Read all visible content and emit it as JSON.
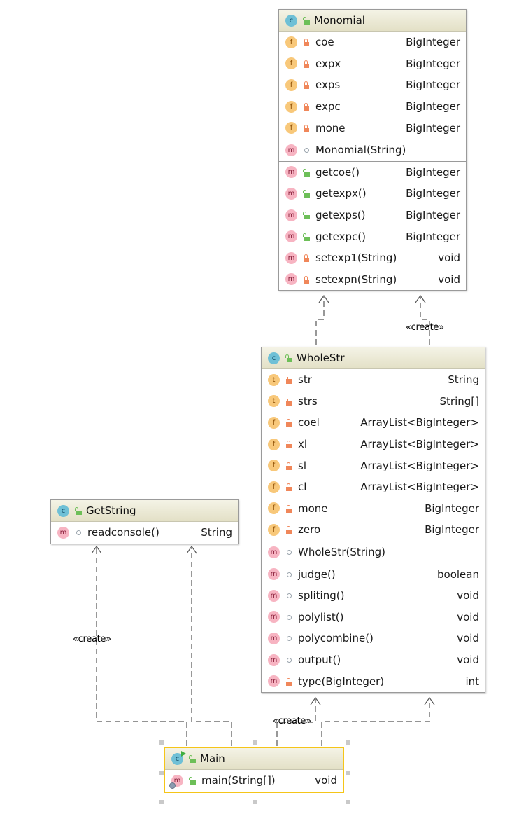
{
  "diagram": {
    "classes": {
      "monomial": {
        "name": "Monomial",
        "kind": "class",
        "visibility": "public",
        "fields": [
          {
            "name": "coe",
            "type": "BigInteger",
            "visibility": "private"
          },
          {
            "name": "expx",
            "type": "BigInteger",
            "visibility": "private"
          },
          {
            "name": "exps",
            "type": "BigInteger",
            "visibility": "private"
          },
          {
            "name": "expc",
            "type": "BigInteger",
            "visibility": "private"
          },
          {
            "name": "mone",
            "type": "BigInteger",
            "visibility": "private"
          }
        ],
        "constructors": [
          {
            "name": "Monomial(String)",
            "type": "",
            "visibility": "package"
          }
        ],
        "methods": [
          {
            "name": "getcoe()",
            "type": "BigInteger",
            "visibility": "public"
          },
          {
            "name": "getexpx()",
            "type": "BigInteger",
            "visibility": "public"
          },
          {
            "name": "getexps()",
            "type": "BigInteger",
            "visibility": "public"
          },
          {
            "name": "getexpc()",
            "type": "BigInteger",
            "visibility": "public"
          },
          {
            "name": "setexp1(String)",
            "type": "void",
            "visibility": "private"
          },
          {
            "name": "setexpn(String)",
            "type": "void",
            "visibility": "private"
          }
        ]
      },
      "wholestr": {
        "name": "WholeStr",
        "kind": "class",
        "visibility": "public",
        "fields": [
          {
            "name": "str",
            "type": "String",
            "visibility": "final-private",
            "badge": "t"
          },
          {
            "name": "strs",
            "type": "String[]",
            "visibility": "final-private",
            "badge": "t"
          },
          {
            "name": "coel",
            "type": "ArrayList<BigInteger>",
            "visibility": "private"
          },
          {
            "name": "xl",
            "type": "ArrayList<BigInteger>",
            "visibility": "private"
          },
          {
            "name": "sl",
            "type": "ArrayList<BigInteger>",
            "visibility": "private"
          },
          {
            "name": "cl",
            "type": "ArrayList<BigInteger>",
            "visibility": "private"
          },
          {
            "name": "mone",
            "type": "BigInteger",
            "visibility": "private"
          },
          {
            "name": "zero",
            "type": "BigInteger",
            "visibility": "private"
          }
        ],
        "constructors": [
          {
            "name": "WholeStr(String)",
            "type": "",
            "visibility": "package"
          }
        ],
        "methods": [
          {
            "name": "judge()",
            "type": "boolean",
            "visibility": "package"
          },
          {
            "name": "spliting()",
            "type": "void",
            "visibility": "package"
          },
          {
            "name": "polylist()",
            "type": "void",
            "visibility": "package"
          },
          {
            "name": "polycombine()",
            "type": "void",
            "visibility": "package"
          },
          {
            "name": "output()",
            "type": "void",
            "visibility": "package"
          },
          {
            "name": "type(BigInteger)",
            "type": "int",
            "visibility": "private"
          }
        ]
      },
      "getstring": {
        "name": "GetString",
        "kind": "class",
        "visibility": "public",
        "methods": [
          {
            "name": "readconsole()",
            "type": "String",
            "visibility": "package"
          }
        ]
      },
      "main": {
        "name": "Main",
        "kind": "runnable-class",
        "visibility": "public",
        "selected": true,
        "methods": [
          {
            "name": "main(String[])",
            "type": "void",
            "visibility": "public",
            "static": true
          }
        ]
      }
    },
    "badges": {
      "class": "c",
      "field": "f",
      "final_field": "t",
      "method": "m"
    },
    "edges": [
      {
        "from": "WholeStr",
        "to": "Monomial",
        "kind": "dependency",
        "label": ""
      },
      {
        "from": "WholeStr",
        "to": "Monomial",
        "kind": "dependency",
        "label": "«create»"
      },
      {
        "from": "Main",
        "to": "GetString",
        "kind": "dependency",
        "label": "«create»"
      },
      {
        "from": "Main",
        "to": "GetString",
        "kind": "dependency",
        "label": ""
      },
      {
        "from": "Main",
        "to": "WholeStr",
        "kind": "dependency",
        "label": "«create»"
      },
      {
        "from": "Main",
        "to": "WholeStr",
        "kind": "dependency",
        "label": ""
      }
    ],
    "colors": {
      "header_top": "#f4f3e6",
      "header_bottom": "#e3e0c6",
      "selection": "#f5c518",
      "class_badge": "#6fc0d6",
      "field_badge": "#f8c87a",
      "method_badge": "#f7b4c2",
      "public_lock": "#6dbf58",
      "private_lock": "#f0875a",
      "edge": "#555555"
    }
  }
}
